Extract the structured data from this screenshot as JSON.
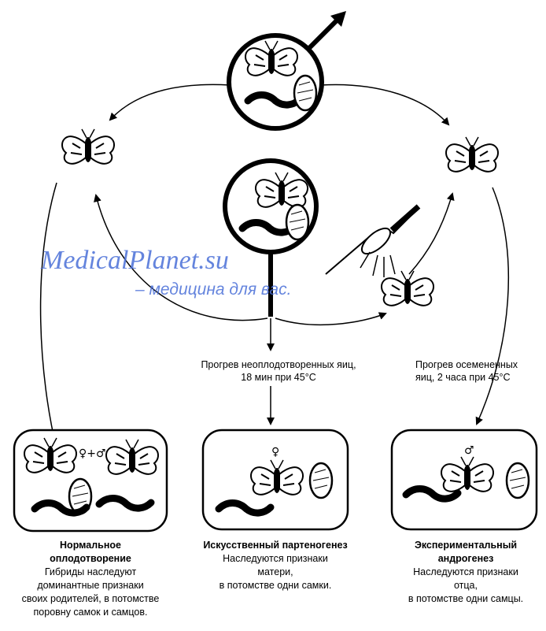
{
  "watermark": {
    "site": "MedicalPlanet.su",
    "tagline": "– медицина для вас."
  },
  "arrows": {
    "parthenogenesis_treatment": [
      "Прогрев неоплодотворенных яиц,",
      "18 мин при 45°С"
    ],
    "androgenesis_treatment": [
      "Прогрев осемененных",
      "яиц, 2 часа при 45°С"
    ]
  },
  "panels": {
    "left": {
      "symbols": "♀+♂",
      "title": [
        "Нормальное",
        "оплодотворение"
      ],
      "body": [
        "Гибриды наследуют",
        "доминантные признаки",
        "своих родителей, в потомстве",
        "поровну самок и самцов."
      ]
    },
    "middle": {
      "symbols": "♀",
      "title": [
        "Искусственный партеногенез"
      ],
      "body": [
        "Наследуются признаки",
        "матери,",
        "в потомстве одни самки."
      ]
    },
    "right": {
      "symbols": "♂",
      "title": [
        "Экспериментальный",
        "андрогенез"
      ],
      "body": [
        "Наследуются признаки",
        "отца,",
        "в потомстве одни самцы."
      ]
    }
  },
  "icons": {
    "male_parent": "male-symbol-icon",
    "female_parent": "female-symbol-icon",
    "moth": "silkworm-moth-icon",
    "larva": "caterpillar-icon",
    "cocoon": "cocoon-icon",
    "radiation": "x-ray-tube-icon"
  }
}
